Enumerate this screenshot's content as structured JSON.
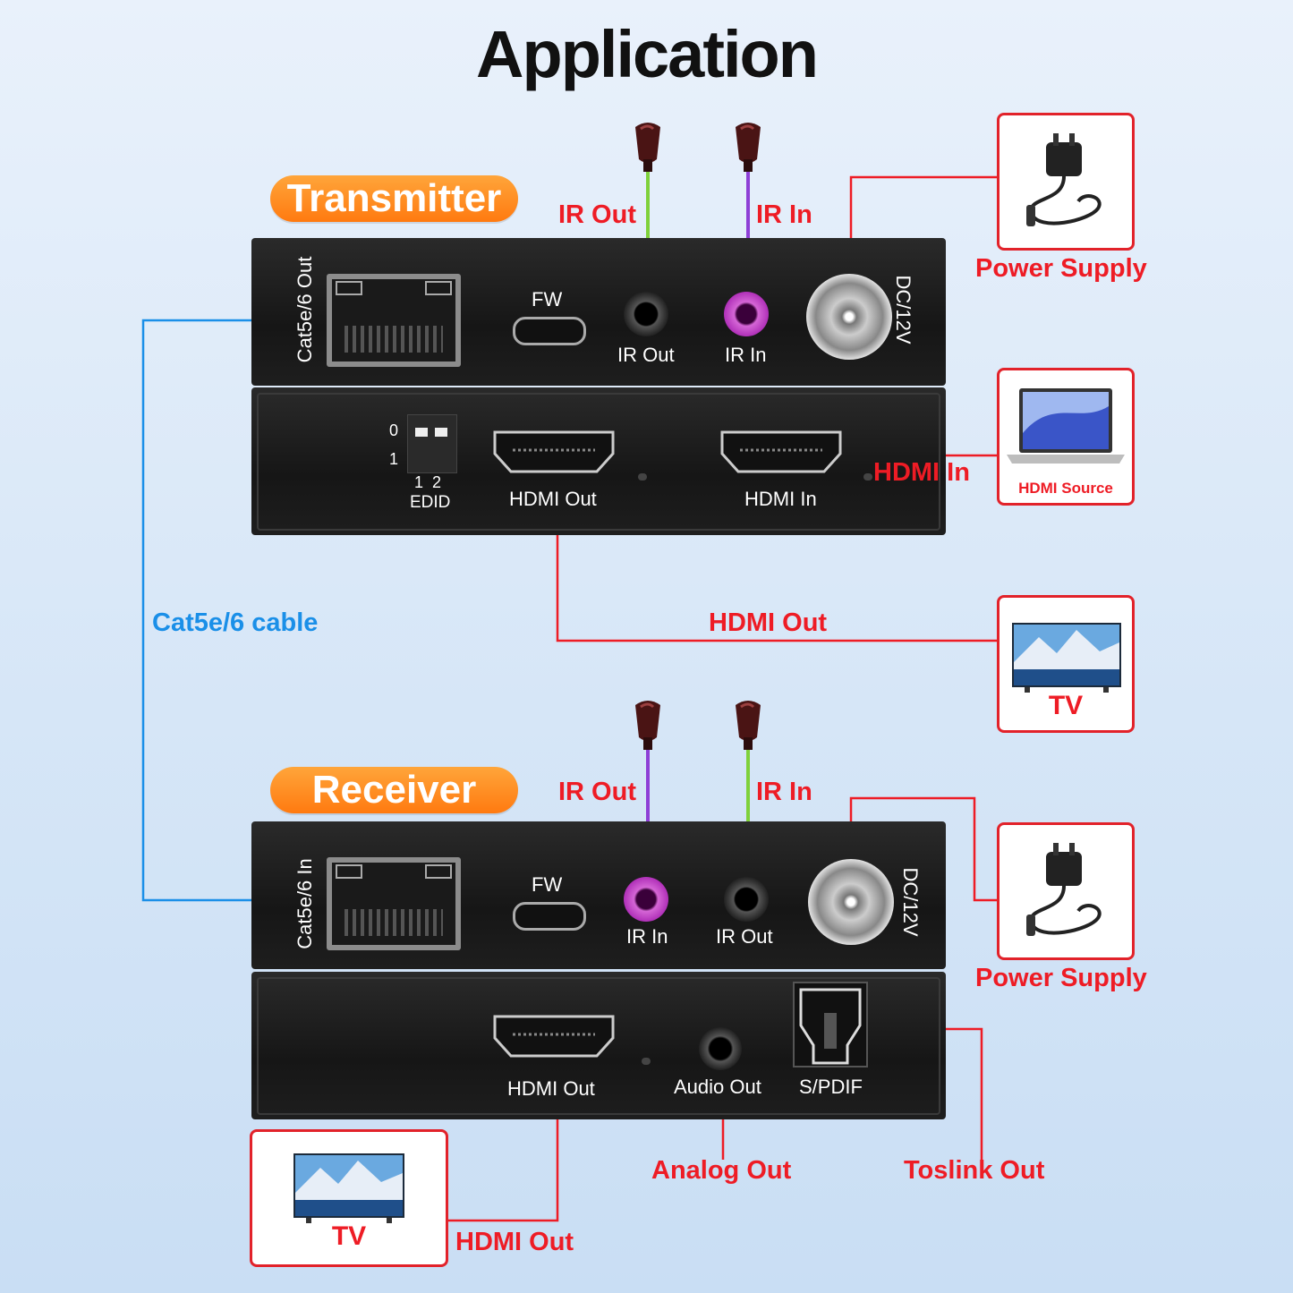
{
  "title": "Application",
  "transmitter": {
    "label": "Transmitter",
    "top_panel": {
      "port": "Cat5e/6 Out",
      "fw": "FW",
      "ir_out": "IR Out",
      "ir_in": "IR In",
      "dc": "DC/12V"
    },
    "bottom_panel": {
      "edid_0": "0",
      "edid_1": "1",
      "edid_12": "1  2",
      "edid": "EDID",
      "hdmi_out": "HDMI Out",
      "hdmi_in": "HDMI In"
    },
    "callouts": {
      "ir_out": "IR Out",
      "ir_in": "IR In",
      "power": "Power Supply",
      "hdmi_in": "HDMI In",
      "hdmi_out": "HDMI Out"
    },
    "hdmi_source_label": "HDMI Source",
    "tv_label": "TV"
  },
  "cable_label": "Cat5e/6 cable",
  "receiver": {
    "label": "Receiver",
    "top_panel": {
      "port": "Cat5e/6 In",
      "fw": "FW",
      "ir_in": "IR In",
      "ir_out": "IR Out",
      "dc": "DC/12V"
    },
    "bottom_panel": {
      "hdmi_out": "HDMI Out",
      "audio_out": "Audio Out",
      "spdif": "S/PDIF"
    },
    "callouts": {
      "ir_out": "IR Out",
      "ir_in": "IR In",
      "power": "Power Supply",
      "analog": "Analog Out",
      "toslink": "Toslink Out",
      "hdmi_out": "HDMI Out"
    },
    "tv_label": "TV"
  },
  "colors": {
    "accent_orange": "#ff8a1e",
    "callout_red": "#ee1c25",
    "cable_blue": "#1a8fe8",
    "ir_green": "#7fd13b",
    "ir_purple": "#8e3fd6"
  }
}
